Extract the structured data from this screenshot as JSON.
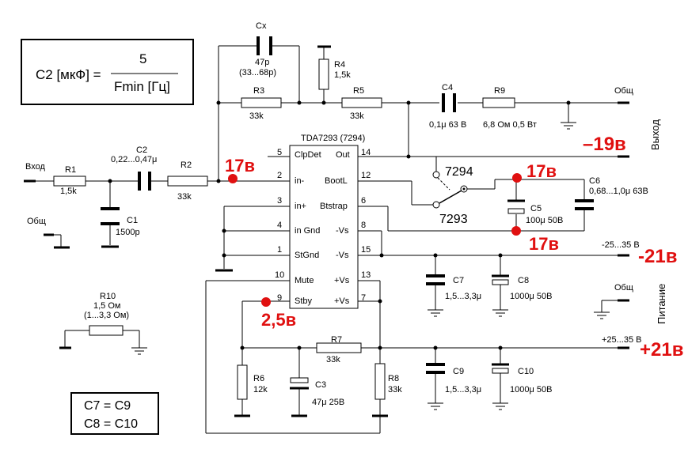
{
  "formula": {
    "lhs": "C2 [мкФ] =",
    "numerator": "5",
    "denominator": "Fmin [Гц]"
  },
  "equalities": [
    "C7 = C9",
    "C8 = C10"
  ],
  "ic": {
    "title": "TDA7293 (7294)",
    "pins_left": [
      {
        "num": "5",
        "name": "ClpDet"
      },
      {
        "num": "2",
        "name": "in-"
      },
      {
        "num": "3",
        "name": "in+"
      },
      {
        "num": "4",
        "name": "in Gnd"
      },
      {
        "num": "1",
        "name": "StGnd"
      },
      {
        "num": "10",
        "name": "Mute"
      },
      {
        "num": "9",
        "name": "Stby"
      }
    ],
    "pins_right": [
      {
        "num": "14",
        "name": "Out"
      },
      {
        "num": "12",
        "name": "BootL"
      },
      {
        "num": "6",
        "name": "Btstrap"
      },
      {
        "num": "8",
        "name": "-Vs"
      },
      {
        "num": "15",
        "name": "-Vs"
      },
      {
        "num": "13",
        "name": "+Vs"
      },
      {
        "num": "7",
        "name": "+Vs"
      }
    ]
  },
  "components": {
    "cx": {
      "name": "Cx",
      "value": "47p",
      "range": "(33...68p)"
    },
    "r4": {
      "name": "R4",
      "value": "1,5k"
    },
    "r3": {
      "name": "R3",
      "value": "33k"
    },
    "r5": {
      "name": "R5",
      "value": "33k"
    },
    "c4": {
      "name": "C4",
      "value": "0,1μ 63 В"
    },
    "r9": {
      "name": "R9",
      "value": "6,8 Ом 0,5 Вт"
    },
    "r1": {
      "name": "R1",
      "value": "1,5k"
    },
    "c2": {
      "name": "C2",
      "value": "0,22...0,47μ"
    },
    "r2": {
      "name": "R2",
      "value": "33k"
    },
    "c1": {
      "name": "C1",
      "value": "1500p"
    },
    "c5": {
      "name": "C5",
      "value": "100μ 50В"
    },
    "c6": {
      "name": "C6",
      "value": "0,68...1,0μ 63В"
    },
    "c7": {
      "name": "C7",
      "value": "1,5...3,3μ"
    },
    "c8": {
      "name": "C8",
      "value": "1000μ 50В"
    },
    "c9": {
      "name": "C9",
      "value": "1,5...3,3μ"
    },
    "c10": {
      "name": "C10",
      "value": "1000μ 50В"
    },
    "r10": {
      "name": "R10",
      "value": "1,5 Ом",
      "range": "(1...3,3 Ом)"
    },
    "r7": {
      "name": "R7",
      "value": "33k"
    },
    "r6": {
      "name": "R6",
      "value": "12k"
    },
    "c3": {
      "name": "C3",
      "value": "47μ 25В"
    },
    "r8": {
      "name": "R8",
      "value": "33k"
    }
  },
  "labels": {
    "input": "Вход",
    "common": "Общ",
    "output": "Выход",
    "power": "Питание",
    "neg_supply": "-25...35 В",
    "pos_supply": "+25...35 В",
    "sel_7294": "7294",
    "sel_7293": "7293"
  },
  "annotations": {
    "v_in": "17в",
    "v_out": "–19в",
    "v_bootl": "17в",
    "v_btstrap": "17в",
    "v_neg": "-21в",
    "v_stby": "2,5в",
    "v_pos": "+21в"
  },
  "colors": {
    "annotation": "#e01010",
    "line": "#000000"
  }
}
